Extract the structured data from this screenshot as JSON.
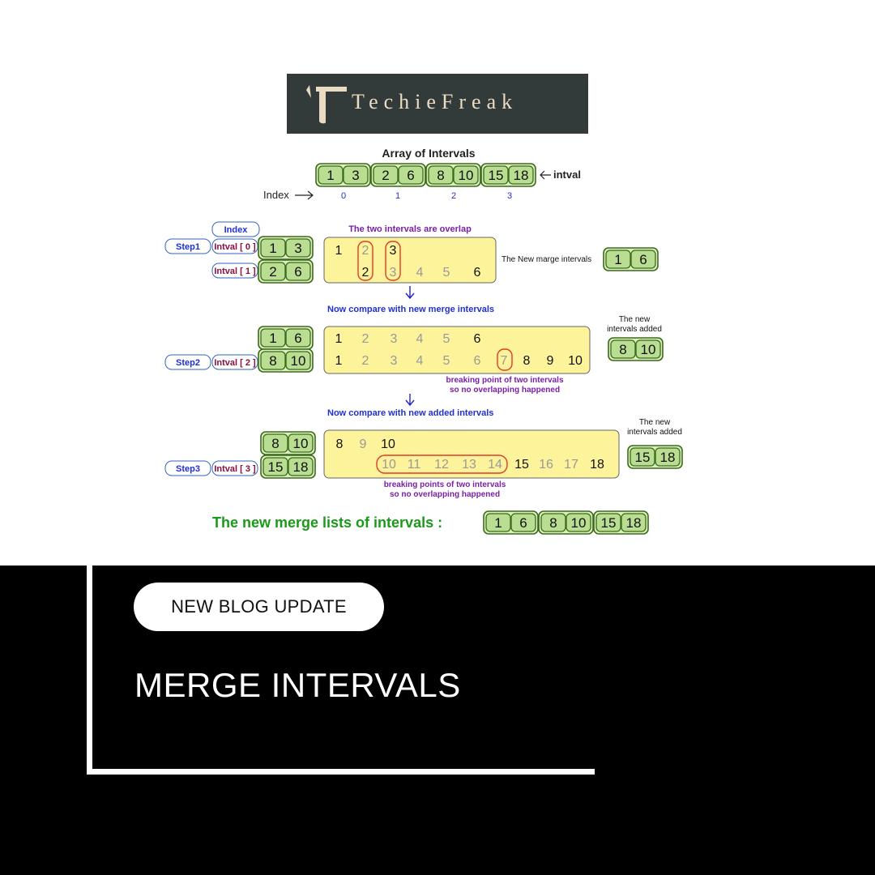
{
  "logo": {
    "text": "TechieFreak"
  },
  "blog": {
    "tag": "NEW BLOG UPDATE",
    "title": "MERGE INTERVALS"
  },
  "colors": {
    "box_fill": "#b9dd91",
    "box_stroke": "#3d6a1a",
    "highlight": "#fdf39b",
    "oval": "#e03a2a",
    "blue": "#1f2fd6",
    "purple": "#7a1fa6",
    "maroon": "#8a1040",
    "green_title": "#1a9a1a"
  },
  "diagram": {
    "title": "Array of Intervals",
    "array": [
      [
        "1",
        "3"
      ],
      [
        "2",
        "6"
      ],
      [
        "8",
        "10"
      ],
      [
        "15",
        "18"
      ]
    ],
    "pointer_label": "intval",
    "index_label": "Index",
    "indices": [
      "0",
      "1",
      "2",
      "3"
    ],
    "index_header": "Index",
    "overlap_caption": "The two intervals are overlap",
    "step1": {
      "label": "Step1",
      "rows": [
        {
          "name": "Intval [ 0 ]",
          "pair": [
            "1",
            "3"
          ]
        },
        {
          "name": "Intval [ 1 ]",
          "pair": [
            "2",
            "6"
          ]
        }
      ],
      "line1": [
        "1",
        "2",
        "3"
      ],
      "line2": [
        "2",
        "3",
        "4",
        "5",
        "6"
      ],
      "result_caption": "The New marge intervals",
      "result": [
        "1",
        "6"
      ]
    },
    "compare_merge": "Now compare with new merge intervals",
    "step2": {
      "label": "Step2",
      "top_pair": [
        "1",
        "6"
      ],
      "row": {
        "name": "Intval [ 2 ]",
        "pair": [
          "8",
          "10"
        ]
      },
      "line1": [
        "1",
        "2",
        "3",
        "4",
        "5",
        "6"
      ],
      "line2": [
        "1",
        "2",
        "3",
        "4",
        "5",
        "6",
        "7",
        "8",
        "9",
        "10"
      ],
      "note1": "breaking point of two intervals",
      "note2": "so no overlapping  happened",
      "added_caption1": "The new",
      "added_caption2": "intervals added",
      "added": [
        "8",
        "10"
      ]
    },
    "compare_added": "Now compare with new added intervals",
    "step3": {
      "label": "Step3",
      "top_pair": [
        "8",
        "10"
      ],
      "row": {
        "name": "Intval [ 3 ]",
        "pair": [
          "15",
          "18"
        ]
      },
      "line1": [
        "8",
        "9",
        "10"
      ],
      "line2": [
        "10",
        "11",
        "12",
        "13",
        "14",
        "15",
        "16",
        "17",
        "18"
      ],
      "note1": "breaking points of two intervals",
      "note2": "so no overlapping  happened",
      "added_caption1": "The new",
      "added_caption2": "intervals added",
      "added": [
        "15",
        "18"
      ]
    },
    "final_caption": "The new merge lists of intervals :",
    "final": [
      [
        "1",
        "6"
      ],
      [
        "8",
        "10"
      ],
      [
        "15",
        "18"
      ]
    ]
  }
}
